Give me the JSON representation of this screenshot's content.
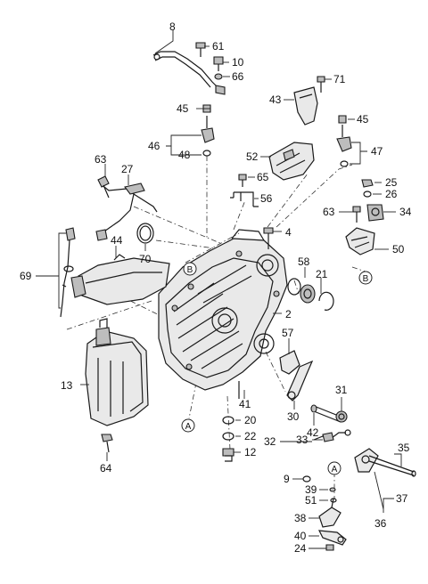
{
  "diagram": {
    "part_numbers": [
      "8",
      "61",
      "10",
      "66",
      "71",
      "43",
      "45a",
      "46",
      "48",
      "45b",
      "47",
      "52",
      "65",
      "56",
      "25",
      "26",
      "63a",
      "34",
      "27",
      "63b",
      "70",
      "4",
      "50",
      "44",
      "69",
      "58",
      "21",
      "2",
      "57",
      "13",
      "30",
      "31",
      "41",
      "42",
      "20",
      "22",
      "12",
      "64",
      "32",
      "33",
      "35",
      "9",
      "39",
      "51",
      "37",
      "36",
      "38",
      "40",
      "24"
    ],
    "labels": {
      "8": "8",
      "61": "61",
      "10": "10",
      "66": "66",
      "71": "71",
      "43": "43",
      "45a": "45",
      "46": "46",
      "48": "48",
      "45b": "45",
      "47": "47",
      "52": "52",
      "65": "65",
      "56": "56",
      "25": "25",
      "26": "26",
      "63a": "63",
      "34": "34",
      "27": "27",
      "63b": "63",
      "70": "70",
      "4": "4",
      "50": "50",
      "44": "44",
      "69": "69",
      "58": "58",
      "21": "21",
      "2": "2",
      "57": "57",
      "13": "13",
      "30": "30",
      "31": "31",
      "41": "41",
      "42": "42",
      "20": "20",
      "22": "22",
      "12": "12",
      "64": "64",
      "32": "32",
      "33": "33",
      "35": "35",
      "9": "9",
      "39": "39",
      "51": "51",
      "37": "37",
      "36": "36",
      "38": "38",
      "40": "40",
      "24": "24"
    },
    "ref_marks": {
      "b1": "B",
      "b2": "B",
      "a1": "A",
      "a2": "A"
    }
  }
}
